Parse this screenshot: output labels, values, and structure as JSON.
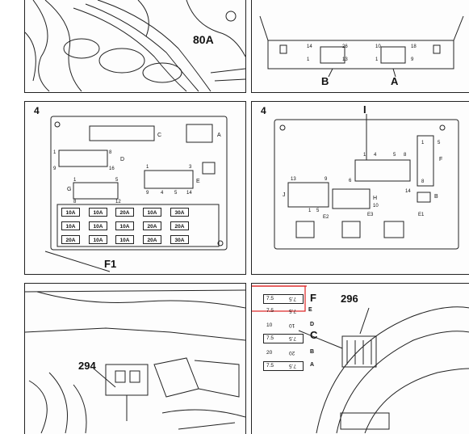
{
  "panel1": {
    "label_80a": "80A"
  },
  "panel2": {
    "pin_labels": [
      "14",
      "26",
      "10",
      "18",
      "1",
      "13",
      "1",
      "9"
    ],
    "connector_b": "B",
    "connector_a": "A"
  },
  "panel3": {
    "ref": "4",
    "callout": "F1",
    "connector_labels": [
      "C",
      "A",
      "D",
      "E",
      "G"
    ],
    "pin_labels": [
      "1",
      "8",
      "9",
      "16",
      "1",
      "5",
      "8",
      "12",
      "1",
      "3",
      "9",
      "4",
      "5",
      "14"
    ],
    "fuses": [
      [
        "10A",
        "10A",
        "20A",
        "10A",
        "30A"
      ],
      [
        "10A",
        "10A",
        "10A",
        "20A",
        "20A"
      ],
      [
        "20A",
        "10A",
        "10A",
        "20A",
        "30A"
      ]
    ]
  },
  "panel4": {
    "ref": "4",
    "callout_i": "I",
    "connector_labels": [
      "F",
      "J",
      "H",
      "B",
      "E2",
      "E3",
      "E1"
    ],
    "pin_labels": [
      "1",
      "4",
      "5",
      "8",
      "13",
      "9",
      "1",
      "5",
      "6",
      "10",
      "14",
      "1",
      "5",
      "8"
    ]
  },
  "panel5": {
    "callout": "294"
  },
  "panel6": {
    "callout": "296",
    "table": [
      {
        "v1": "7.5",
        "v2": "7.5",
        "code": "F"
      },
      {
        "v1": "7.5",
        "v2": "7.5",
        "code": "E"
      },
      {
        "v1": "10",
        "v2": "10",
        "code": "D"
      },
      {
        "v1": "7.5",
        "v2": "7.5",
        "code": "C"
      },
      {
        "v1": "20",
        "v2": "20",
        "code": "B"
      },
      {
        "v1": "7.5",
        "v2": "7.5",
        "code": "A"
      }
    ],
    "callout_f": "F",
    "callout_c": "C"
  }
}
